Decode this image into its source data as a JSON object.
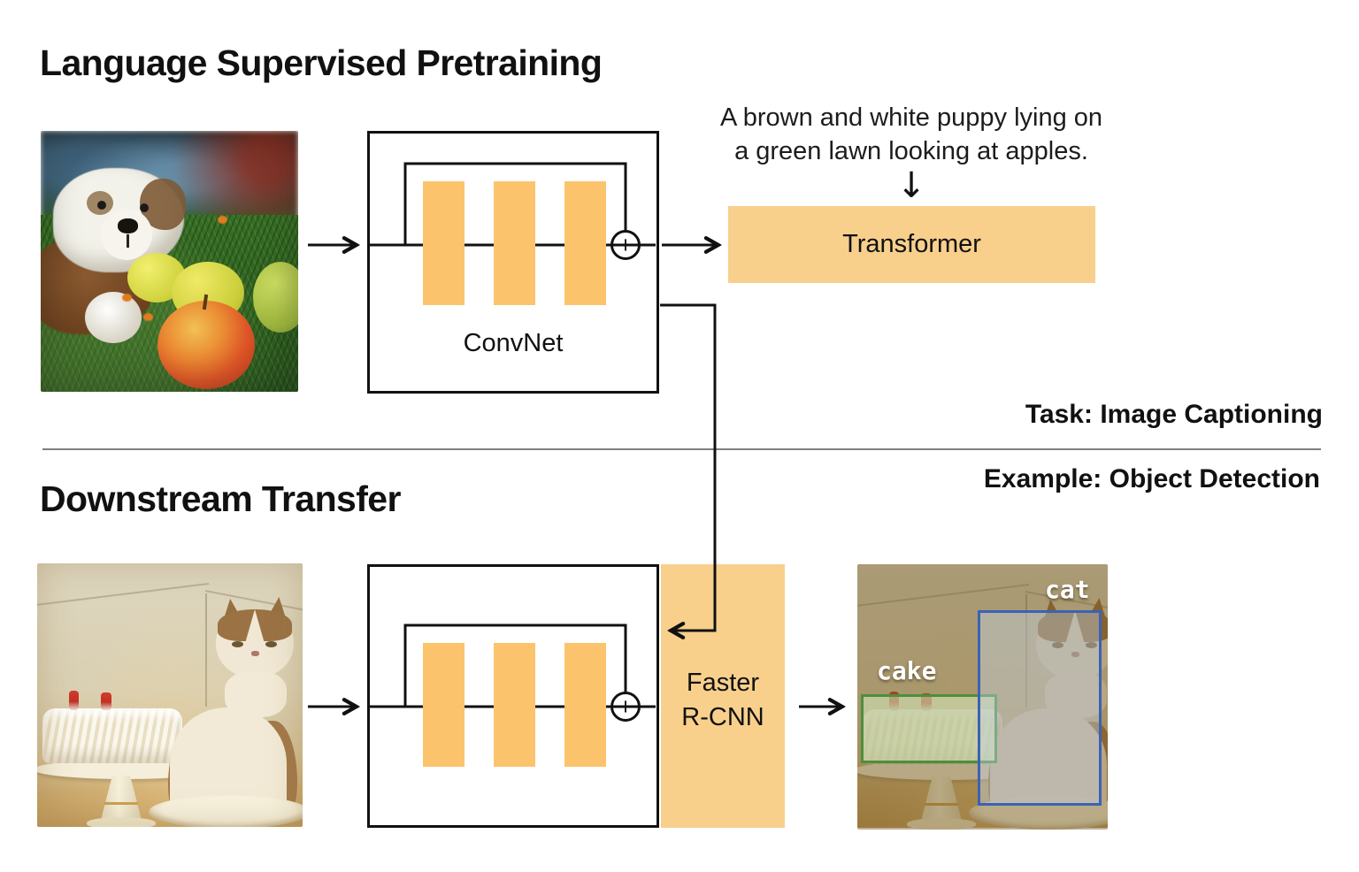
{
  "pretraining": {
    "title": "Language Supervised Pretraining",
    "caption_line1": "A brown and white puppy lying on",
    "caption_line2": "a green lawn looking at apples.",
    "convnet_label": "ConvNet",
    "transformer_label": "Transformer",
    "task_label": "Task: Image Captioning"
  },
  "transfer": {
    "title": "Downstream Transfer",
    "example_label": "Example: Object Detection",
    "faster_rcnn_line1": "Faster",
    "faster_rcnn_line2": "R-CNN",
    "detections": [
      {
        "label": "cake",
        "box_color": "#4c8f3e"
      },
      {
        "label": "cat",
        "box_color": "#3b62b5"
      }
    ]
  },
  "icons": {
    "plus_icon": "+",
    "down_arrow_icon": "↓"
  },
  "colors": {
    "bar": "#fbc46c",
    "panel": "#f8d08c",
    "line": "#111111",
    "divider": "#7f7f7f"
  }
}
